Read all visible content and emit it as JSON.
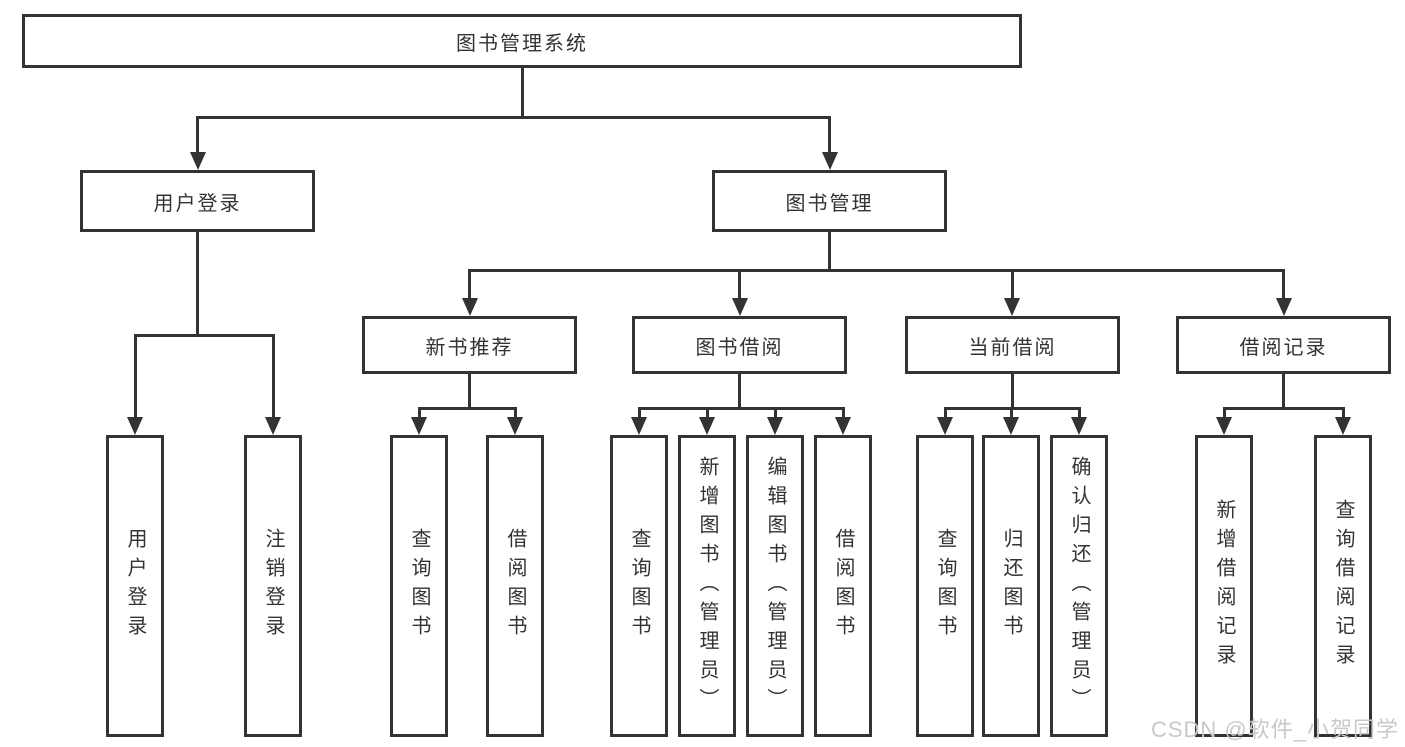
{
  "colors": {
    "line": "#333333",
    "box-border": "#333333",
    "text": "#333333",
    "watermark": "#c9c9c9",
    "background": "#ffffff"
  },
  "diagram": {
    "root": {
      "label": "图书管理系统"
    },
    "level2": [
      {
        "label": "用户登录"
      },
      {
        "label": "图书管理"
      }
    ],
    "level3": [
      {
        "label": "新书推荐"
      },
      {
        "label": "图书借阅"
      },
      {
        "label": "当前借阅"
      },
      {
        "label": "借阅记录"
      }
    ],
    "leaves": {
      "user_login": [
        "用户登录",
        "注销登录"
      ],
      "new_book_recommend": [
        "查询图书",
        "借阅图书"
      ],
      "book_borrow": [
        "查询图书",
        "新增图书（管理员）",
        "编辑图书（管理员）",
        "借阅图书"
      ],
      "current_borrow": [
        "查询图书",
        "归还图书",
        "确认归还（管理员）"
      ],
      "borrow_record": [
        "新增借阅记录",
        "查询借阅记录"
      ]
    }
  },
  "watermark": {
    "text": "CSDN @软件_小贺同学"
  }
}
